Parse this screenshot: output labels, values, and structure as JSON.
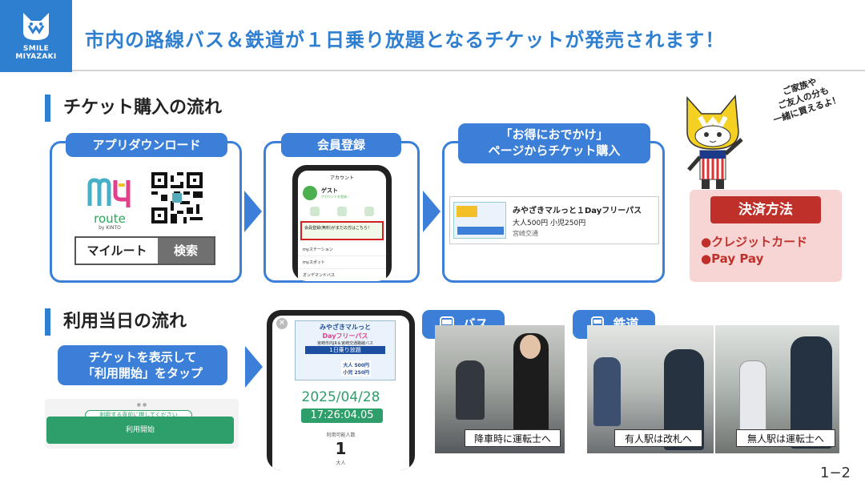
{
  "logo": {
    "line1": "SMILE",
    "line2": "MIYAZAKI"
  },
  "header": {
    "title": "市内の路線バス＆鉄道が１日乗り放題となるチケットが発売されます！"
  },
  "purchase": {
    "heading": "チケット購入の流れ",
    "step1": {
      "label": "アプリダウンロード",
      "app_name": "route",
      "app_by": "by KINTO",
      "search_term": "マイルート",
      "search_button": "検索"
    },
    "step2": {
      "label": "会員登録",
      "screen_title": "アカウント",
      "user": "ゲスト",
      "user_sub": "アカウントを登録 ›",
      "menu1": "myステーション",
      "menu2": "myスポット",
      "menu3": "オンデマンドバス",
      "banner": "会員登録(無料)がまだの方はこちら！"
    },
    "step3": {
      "label_line1": "「お得におでかけ」",
      "label_line2": "ページからチケット購入",
      "ticket_name": "みやざきマルっと１Dayフリーパス",
      "ticket_price": "大人500円 小児250円",
      "ticket_op": "宮崎交通"
    }
  },
  "mascot": {
    "bubble": [
      "ご家族や",
      "ご友人の分も",
      "一緒に買えるよ！"
    ]
  },
  "payment": {
    "title": "決済方法",
    "items": [
      "●クレジットカード",
      "●Pay Pay"
    ]
  },
  "usage": {
    "heading": "利用当日の流れ",
    "instruction_line1": "チケットを表示して",
    "instruction_line2": "「利用開始」をタップ",
    "hint": "利用する直前に押してください",
    "start_button": "利用開始"
  },
  "ticket_screen": {
    "pass_title": "みやざきマルっと",
    "pass_day": "Dayフリーパス",
    "pass_line": "宮崎市内JR＆宮崎交通路線バス",
    "pass_free": "1日乗り放題",
    "adult": "大人 500円",
    "child": "小児 250円",
    "date": "2025/04/28",
    "time": "17:26:04.05",
    "count_label": "利用可能人数",
    "count": "1",
    "count_unit": "大人"
  },
  "bus": {
    "label": "バス",
    "caption": "降車時に運転士へ"
  },
  "rail": {
    "label": "鉄道",
    "caption1": "有人駅は改札へ",
    "caption2": "無人駅は運転士へ"
  },
  "page_number": "1−2"
}
